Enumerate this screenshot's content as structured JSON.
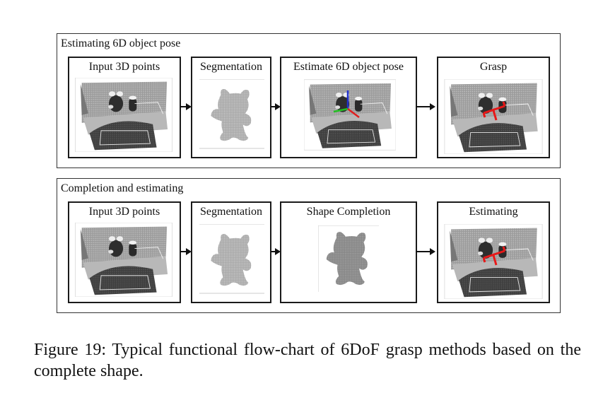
{
  "figure": {
    "caption": "Figure 19: Typical functional flow-chart of 6DoF grasp methods based on the complete shape."
  },
  "pipelines": [
    {
      "title": "Estimating 6D object pose",
      "steps": [
        {
          "label": "Input 3D points",
          "image": "scene-point-cloud"
        },
        {
          "label": "Segmentation",
          "image": "segmented-teddy-bear"
        },
        {
          "label": "Estimate 6D object pose",
          "image": "scene-with-pose-axes"
        },
        {
          "label": "Grasp",
          "image": "scene-with-grasp"
        }
      ]
    },
    {
      "title": "Completion and estimating",
      "steps": [
        {
          "label": "Input 3D points",
          "image": "scene-point-cloud"
        },
        {
          "label": "Segmentation",
          "image": "segmented-teddy-bear"
        },
        {
          "label": "Shape Completion",
          "image": "completed-teddy-bear"
        },
        {
          "label": "Estimating",
          "image": "scene-with-grasp"
        }
      ]
    }
  ],
  "colors": {
    "axis_x": "#e02020",
    "axis_y": "#22c022",
    "axis_z": "#2030d0",
    "grasp": "#e81818"
  }
}
